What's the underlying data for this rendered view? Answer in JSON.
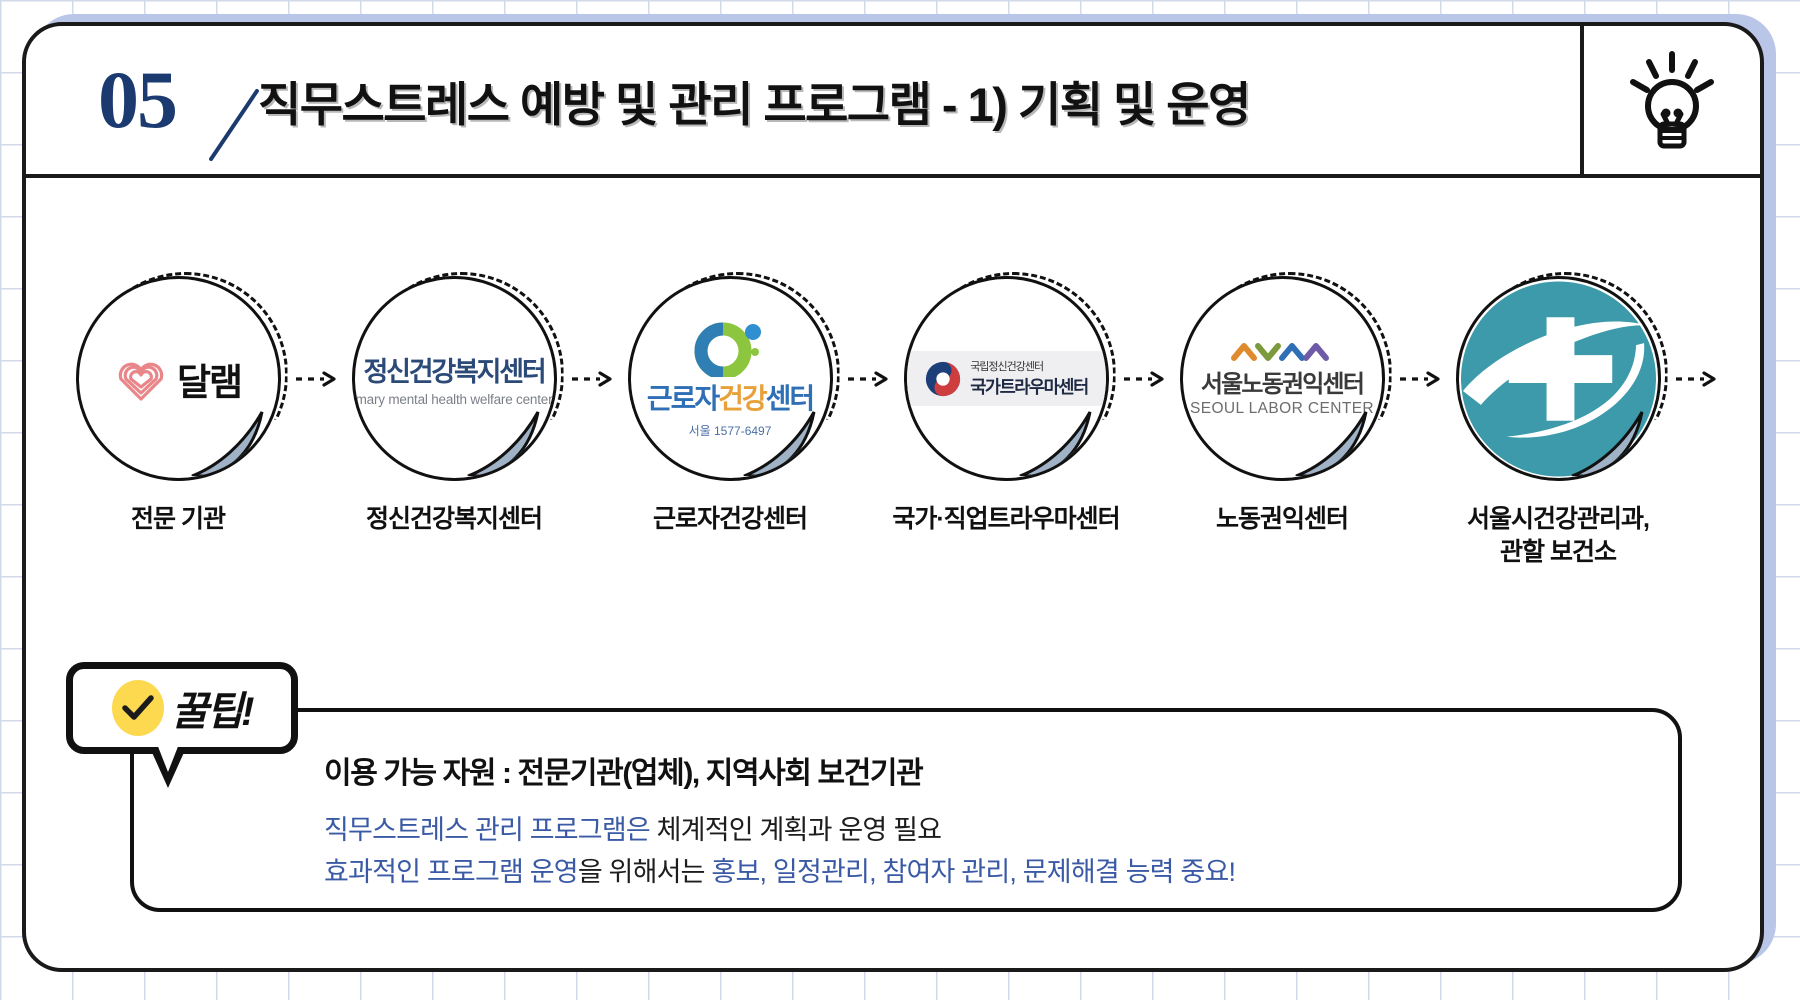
{
  "header": {
    "number": "05",
    "title": "직무스트레스 예방 및 관리 프로그램 - 1) 기획 및 운영",
    "icon": "lightbulb-icon"
  },
  "flow": {
    "nodes": [
      {
        "label": "전문 기관",
        "logo": {
          "kind": "dallaem",
          "icon": "heart-icon",
          "text": "달램",
          "accent": "#e9868a"
        }
      },
      {
        "label": "정신건강복지센터",
        "logo": {
          "kind": "mental-health-center",
          "korean": "정신건강복지센터",
          "english": "mary mental health welfare center",
          "accent": "#2b4a78"
        }
      },
      {
        "label": "근로자건강센터",
        "logo": {
          "kind": "worker-health-center",
          "korean_blue": "근로자",
          "korean_orange": "건강",
          "korean_blue2": "센터",
          "tel": "서울 1577-6497",
          "accent_blue": "#2f6fb5",
          "accent_green": "#8cc63e",
          "accent_orange": "#e8a13a"
        }
      },
      {
        "label": "국가·직업트라우마센터",
        "logo": {
          "kind": "national-trauma-center",
          "icon": "taegeuk-icon",
          "small": "국립정신건강센터",
          "big": "국가트라우마센터",
          "accent_red": "#cf3e3e",
          "accent_blue": "#1c3f7a"
        }
      },
      {
        "label": "노동권익센터",
        "logo": {
          "kind": "seoul-labor-center",
          "korean": "서울노동권익센터",
          "english": "SEOUL LABOR CENTER",
          "chevrons": [
            "#e08a2e",
            "#7a9a3c",
            "#2f6fb5",
            "#6f5aa8"
          ]
        }
      },
      {
        "label": "서울시건강관리과,\n관할 보건소",
        "logo": {
          "kind": "public-health-center",
          "icon": "medical-cross-globe-icon",
          "accent": "#3d9aaa"
        }
      }
    ],
    "connector_icon": "dashed-arrow-icon"
  },
  "tip": {
    "badge_icon": "check-circle-icon",
    "badge_label": "꿀팁!",
    "heading": "이용 가능 자원 : 전문기관(업체), 지역사회 보건기관",
    "lines": [
      {
        "blue_1": "직무스트레스 관리 프로그램은",
        "dark": " 체계적인 계획과 운영 필요",
        "blue_2": ""
      },
      {
        "blue_1": "효과적인 프로그램 운영",
        "dark": "을 위해서는 ",
        "blue_2": "홍보, 일정관리, 참여자 관리, 문제해결 능력 중요!"
      }
    ]
  },
  "colors": {
    "paper_grid": "#c9d3e8",
    "card_shadow": "#b9c6e8",
    "ink": "#111111",
    "number_navy": "#1b3a70",
    "tip_blue": "#3b5aa6",
    "tip_yellow": "#fcd94f",
    "peel_gray": "#9fb2c6"
  }
}
